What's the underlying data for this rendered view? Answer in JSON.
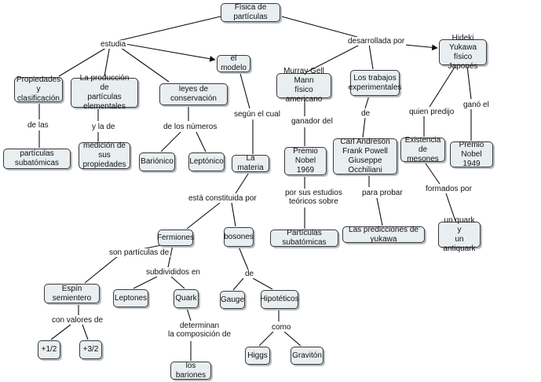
{
  "nodes": {
    "fisica": "Física de partículas",
    "propiedades": "Propiedades\ny clasificación",
    "produccion": "La producción de\npartículas elementales",
    "leyes": "leyes de conservación",
    "modelo": "el modelo",
    "murray": "Murray Gell Mann\nfísico americano",
    "trabajos": "Los trabajos\nexperimentales",
    "yukawa": "Hideki Yukawa\nfísico Japonés",
    "subatomicas1": "partículas subatómicas",
    "medicion": "medición de sus\npropiedades",
    "barionico": "Bariónico",
    "leptonico": "Leptónico",
    "materia": "La materia",
    "nobel1969": "Premio Nobel\n1969",
    "carl": "Carl Andreson\nFrank Powell\nGiuseppe Occhiliani",
    "existencia": "Existencia de\nmesones",
    "nobel1949": "Premio Nobel\n1949",
    "fermiones": "Fermiones",
    "bosones": "bosones",
    "subatomicas2": "Partículas subatómicas",
    "predicciones": "Las predicciones de yukawa",
    "quark_anti": "un quark y\nun antiquark",
    "espin": "Espín semientero",
    "leptones": "Leptones",
    "quark": "Quark",
    "gauge": "Gauge",
    "hipoteticos": "Hipotéticos",
    "mas12": "+1/2",
    "mas32": "+3/2",
    "higgs": "Higgs",
    "graviton": "Gravitón",
    "bariones": "los bariones"
  },
  "links": {
    "estudia": "estudia",
    "desarrollada": "desarrollada por",
    "delas": "de las",
    "ylade": "y la de",
    "delosnumeros": "de los números",
    "segun": "según el cual",
    "ganador": "ganador del",
    "de_trabajos": "de",
    "quien": "quien predijo",
    "gano": "ganó el",
    "porsus": "por  sus estudios\nteóricos sobre",
    "paraprobar": "para probar",
    "formados": "formados por",
    "constituida": "está constituida por",
    "sonparticulas": "son partículas de",
    "subdivididos": "subdivididos en",
    "de_bosones": "de",
    "convalores": "con valores de",
    "determinan": "determinan\nla composición de",
    "como": "como"
  }
}
